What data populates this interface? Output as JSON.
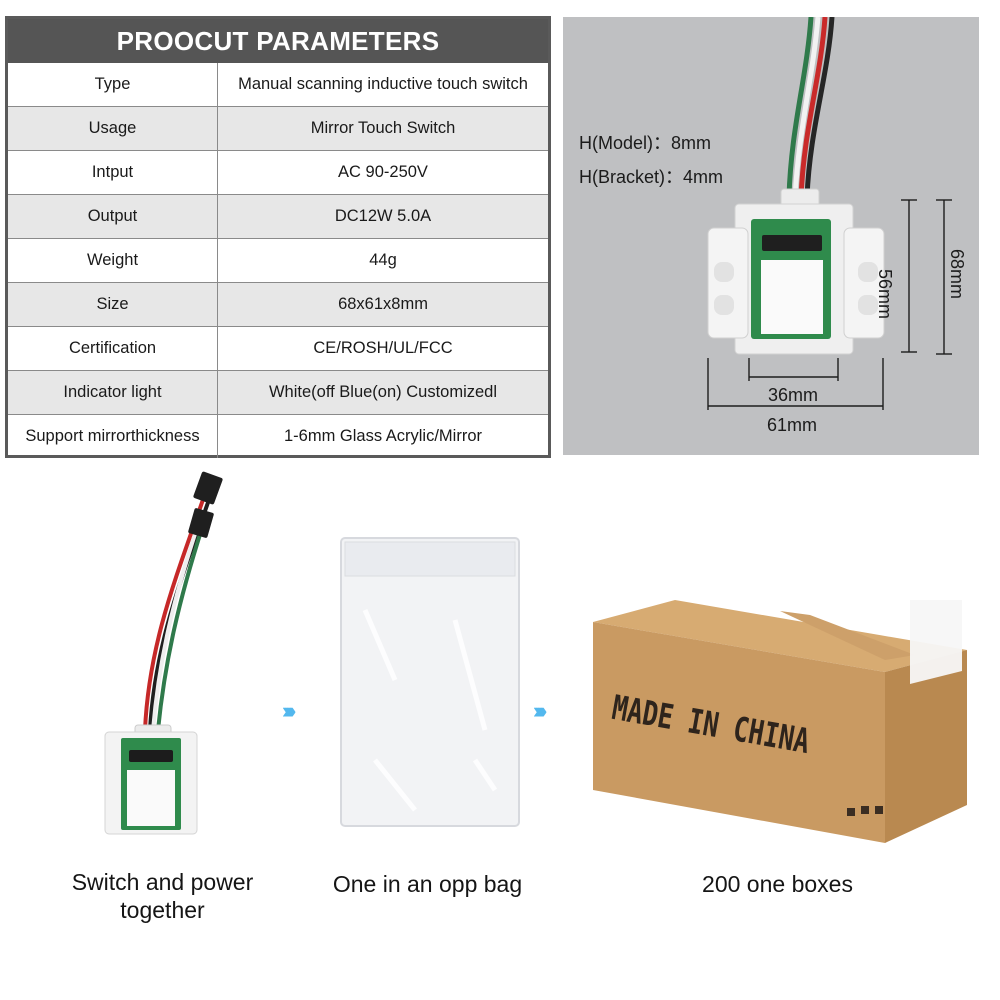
{
  "params": {
    "title": "PROOCUT PARAMETERS",
    "rows": [
      {
        "label": "Type",
        "value": "Manual scanning inductive touch switch"
      },
      {
        "label": "Usage",
        "value": "Mirror Touch Switch"
      },
      {
        "label": "Intput",
        "value": "AC 90-250V"
      },
      {
        "label": "Output",
        "value": "DC12W 5.0A"
      },
      {
        "label": "Weight",
        "value": "44g"
      },
      {
        "label": "Size",
        "value": "68x61x8mm"
      },
      {
        "label": "Certification",
        "value": "CE/ROSH/UL/FCC"
      },
      {
        "label": "Indicator light",
        "value": "White(off Blue(on) Customizedl"
      },
      {
        "label": "Support mirrorthickness",
        "value": "1-6mm Glass Acrylic/Mirror"
      }
    ]
  },
  "dimensions": {
    "model_height": "H(Model)：8mm",
    "bracket_height": "H(Bracket)：4mm",
    "inner_height": "56mm",
    "outer_height": "68mm",
    "inner_width": "36mm",
    "outer_width": "61mm"
  },
  "packaging": {
    "step1": "Switch and power together",
    "step2": "One in an opp bag",
    "step3": "200 one boxes",
    "box_print": "MADE IN CHINA",
    "arrow_glyph": "››››",
    "arrow_color": "#53b8ee"
  }
}
